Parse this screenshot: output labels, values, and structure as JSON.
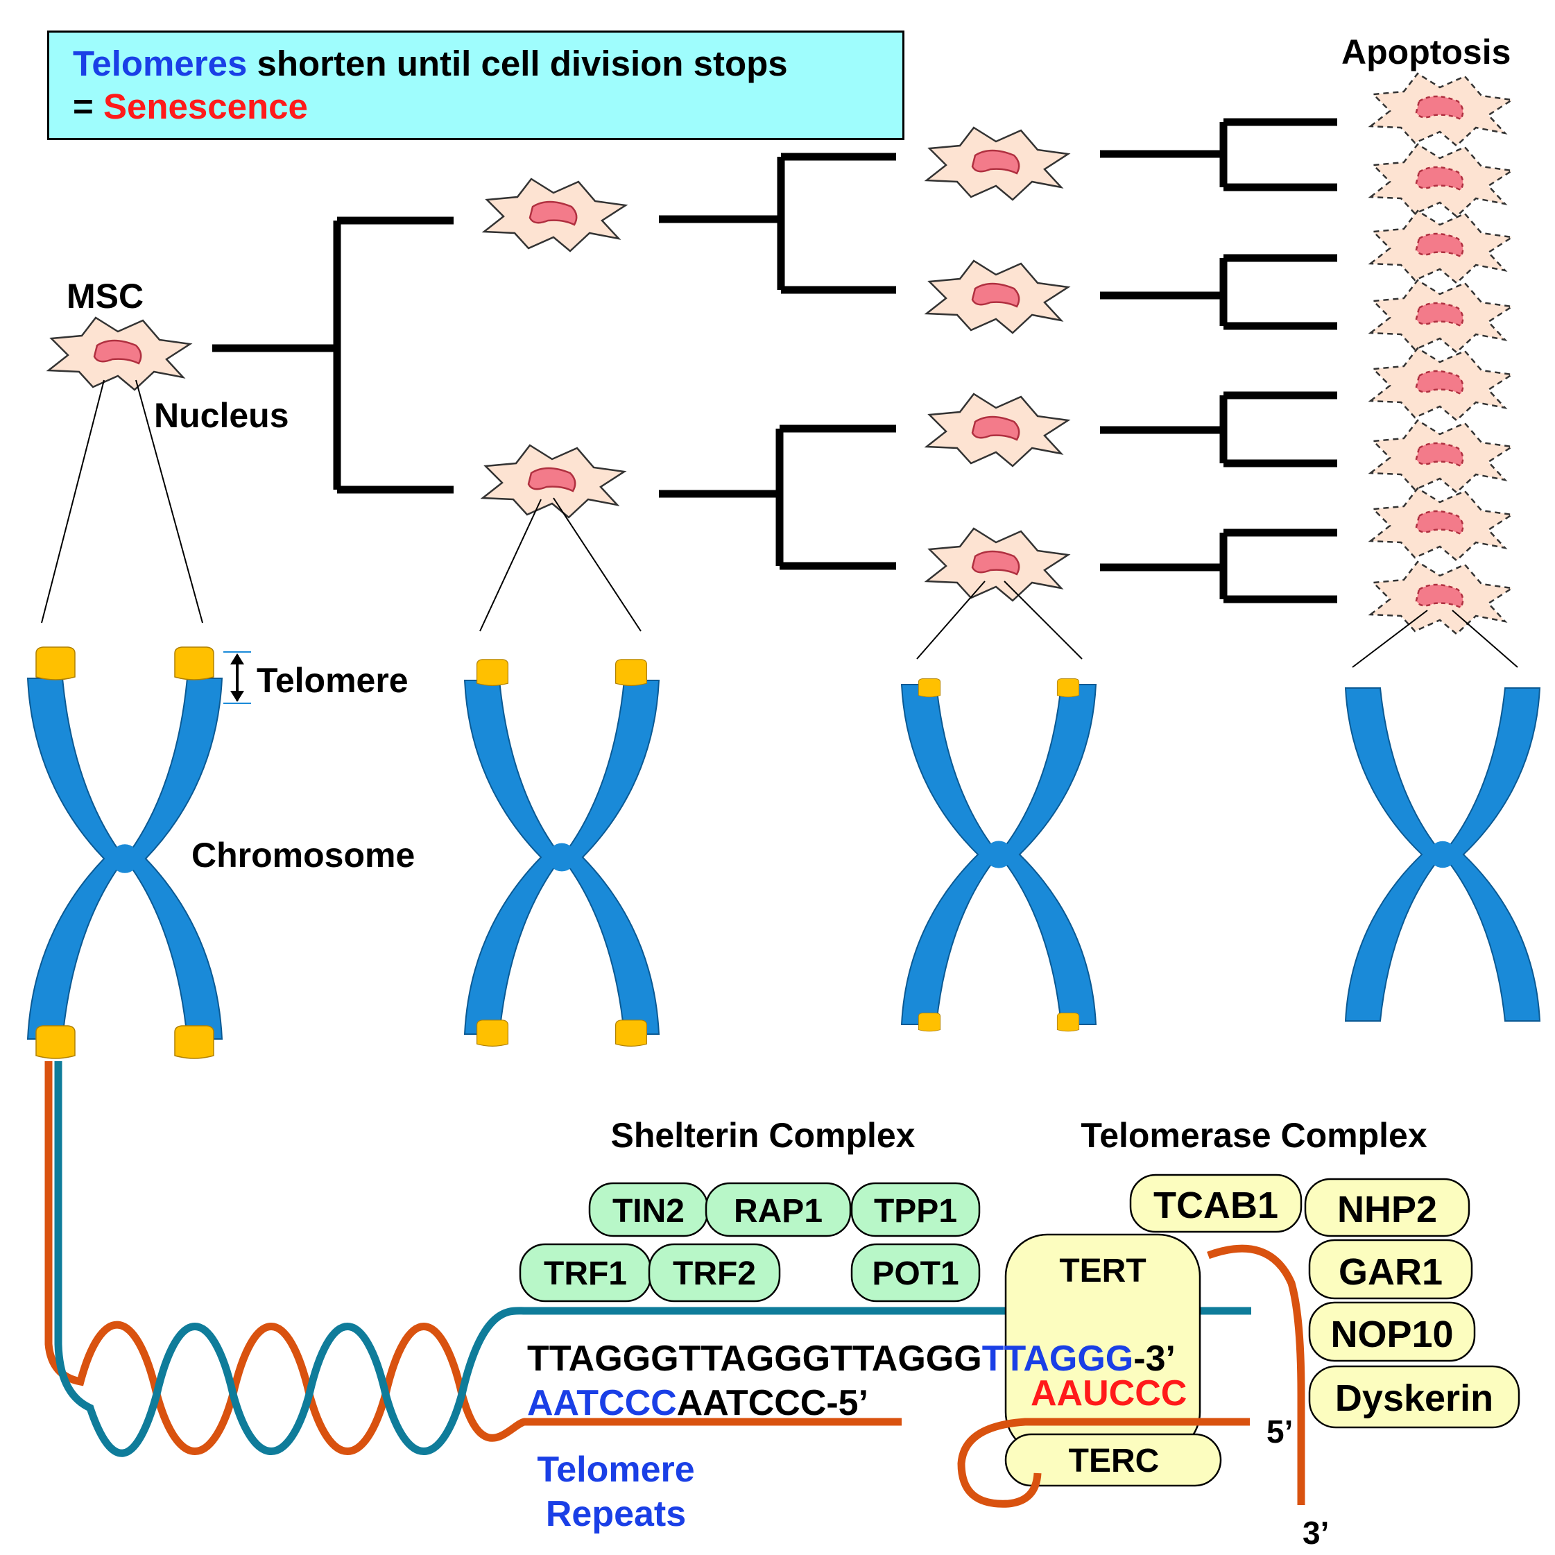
{
  "title_box": {
    "line1_highlight": "Telomeres",
    "line1_rest": " shorten until cell division stops",
    "line2_prefix": "= ",
    "line2_highlight": "Senescence",
    "highlight1_color": "#1a3fe6",
    "highlight2_color": "#ff1a1a"
  },
  "labels": {
    "msc": "MSC",
    "nucleus": "Nucleus",
    "apoptosis": "Apoptosis",
    "telomere": "Telomere",
    "chromosome": "Chromosome",
    "shelterin_title": "Shelterin Complex",
    "telomerase_title": "Telomerase Complex",
    "telomere_repeats_1": "Telomere",
    "telomere_repeats_2": "Repeats",
    "five_prime": "5’",
    "three_prime": "3’"
  },
  "sequence": {
    "top_black": "TTAGGGTTAGGGTTAGGG",
    "top_blue": "TTAGGG",
    "top_end": "-3’",
    "bottom_blue": "AATCCC",
    "bottom_black": "AATCCC-5’",
    "rna_red": "AAUCCC"
  },
  "shelterin_proteins": [
    "TIN2",
    "RAP1",
    "TPP1",
    "TRF1",
    "TRF2",
    "POT1"
  ],
  "telomerase_proteins": [
    "TCAB1",
    "NHP2",
    "GAR1",
    "NOP10",
    "Dyskerin",
    "TERT",
    "TERC"
  ],
  "colors": {
    "chromosome": "#1a8ad8",
    "telomere_cap": "#ffc000",
    "cell_body": "#fde3d2",
    "nucleus": "#f37b8a",
    "shelterin_fill": "#b8f7c8",
    "telomerase_fill": "#fcfdbf",
    "dna_teal": "#0f7c9a",
    "dna_orange": "#d9520f",
    "sequence_blue": "#1a3fe6",
    "rna_red": "#ff1a1a"
  }
}
